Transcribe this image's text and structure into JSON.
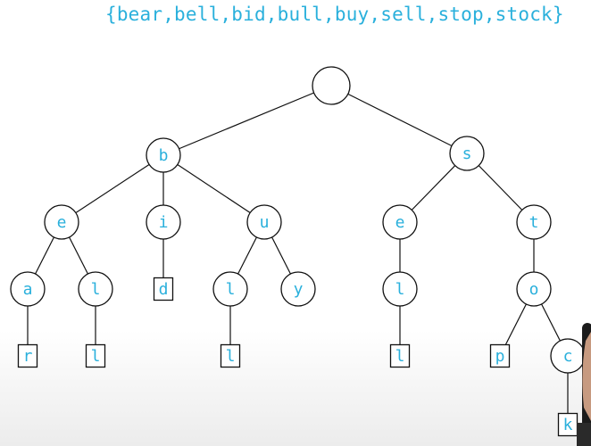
{
  "set_label": "{bear,bell,bid,bull,buy,sell,stop,stock}",
  "colors": {
    "label": "#2ab0dc",
    "stroke": "#111111",
    "node_fill": "#ffffff"
  },
  "trie": {
    "nodes": [
      {
        "id": "root",
        "label": "",
        "shape": "circle"
      },
      {
        "id": "b",
        "label": "b",
        "shape": "circle",
        "parent": "root"
      },
      {
        "id": "s",
        "label": "s",
        "shape": "circle",
        "parent": "root"
      },
      {
        "id": "be",
        "label": "e",
        "shape": "circle",
        "parent": "b"
      },
      {
        "id": "bi",
        "label": "i",
        "shape": "circle",
        "parent": "b"
      },
      {
        "id": "bu",
        "label": "u",
        "shape": "circle",
        "parent": "b"
      },
      {
        "id": "se",
        "label": "e",
        "shape": "circle",
        "parent": "s"
      },
      {
        "id": "st",
        "label": "t",
        "shape": "circle",
        "parent": "s"
      },
      {
        "id": "bea",
        "label": "a",
        "shape": "circle",
        "parent": "be"
      },
      {
        "id": "bel",
        "label": "l",
        "shape": "circle",
        "parent": "be"
      },
      {
        "id": "bid",
        "label": "d",
        "shape": "square",
        "parent": "bi"
      },
      {
        "id": "bul",
        "label": "l",
        "shape": "circle",
        "parent": "bu"
      },
      {
        "id": "buy",
        "label": "y",
        "shape": "circle",
        "parent": "bu"
      },
      {
        "id": "sel",
        "label": "l",
        "shape": "circle",
        "parent": "se"
      },
      {
        "id": "sto",
        "label": "o",
        "shape": "circle",
        "parent": "st"
      },
      {
        "id": "bear",
        "label": "r",
        "shape": "square",
        "parent": "bea"
      },
      {
        "id": "bell",
        "label": "l",
        "shape": "square",
        "parent": "bel"
      },
      {
        "id": "bull",
        "label": "l",
        "shape": "square",
        "parent": "bul"
      },
      {
        "id": "sell",
        "label": "l",
        "shape": "square",
        "parent": "sel"
      },
      {
        "id": "stop",
        "label": "p",
        "shape": "square",
        "parent": "sto"
      },
      {
        "id": "stoc",
        "label": "c",
        "shape": "circle",
        "parent": "sto"
      },
      {
        "id": "stock",
        "label": "k",
        "shape": "square",
        "parent": "stoc"
      }
    ]
  }
}
